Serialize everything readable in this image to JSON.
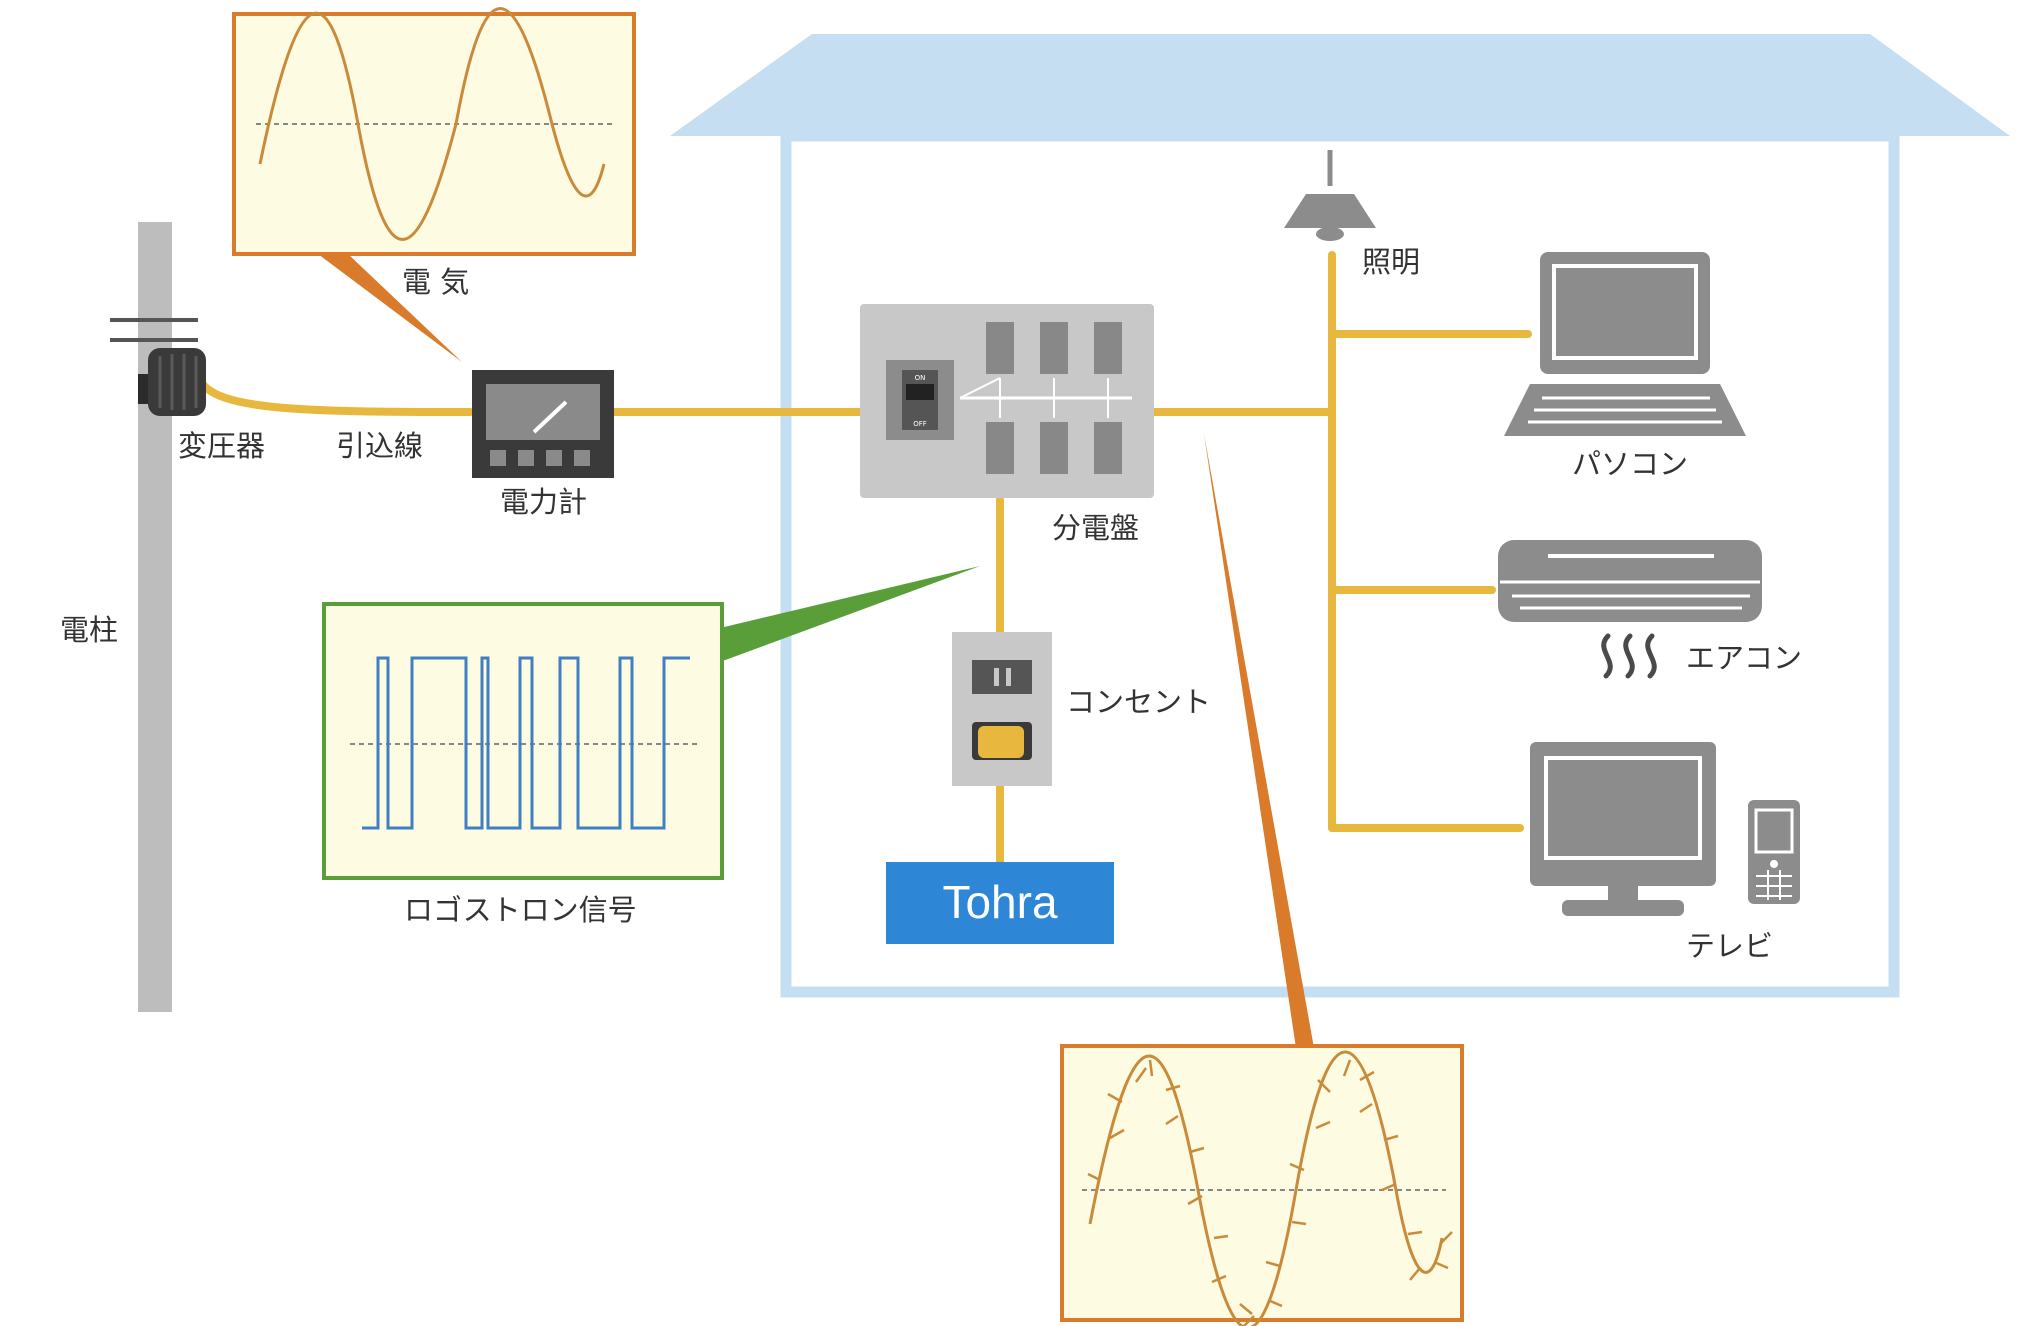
{
  "labels": {
    "utility_pole": "電柱",
    "transformer": "変圧器",
    "service_wire": "引込線",
    "electric_meter": "電力計",
    "electricity": "電 気",
    "distribution_board": "分電盤",
    "outlet": "コンセント",
    "logostron_signal": "ロゴストロン信号",
    "lighting": "照明",
    "pc": "パソコン",
    "air_conditioner": "エアコン",
    "tv": "テレビ",
    "device": "Tohra",
    "switch_on": "ON",
    "switch_off": "OFF"
  },
  "colors": {
    "house_outline": "#c5def2",
    "wire": "#e8b83e",
    "waveform_box_fill": "#fdfbe1",
    "sine_callout": "#d97b2a",
    "signal_callout": "#5a9e3a",
    "signal_wave": "#3f7fc2",
    "device_fill": "#2d86d6",
    "appliance_gray": "#8c8c8c"
  },
  "icons": [
    "utility-pole",
    "transformer",
    "electric-meter",
    "breaker-panel",
    "power-outlet",
    "ceiling-lamp",
    "laptop",
    "air-conditioner",
    "television",
    "mobile-phone",
    "heat-waves"
  ]
}
